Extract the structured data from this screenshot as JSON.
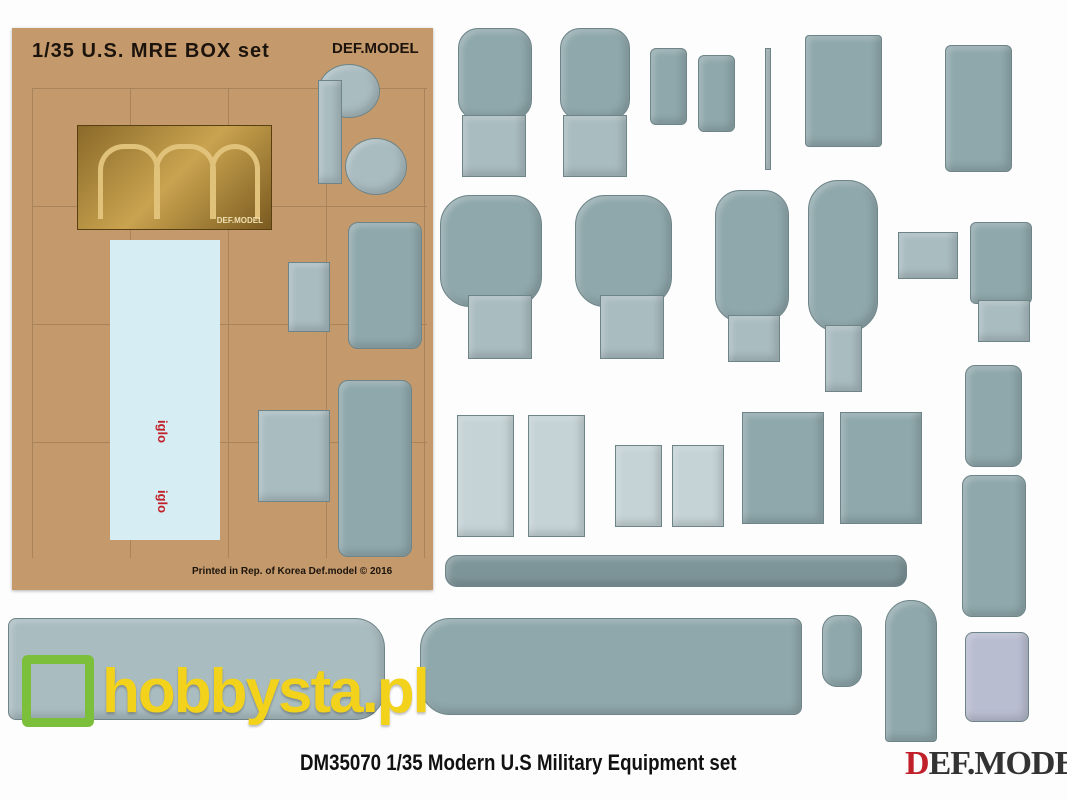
{
  "card": {
    "title": "1/35 U.S. MRE BOX set",
    "brand": "DEF.MODEL",
    "fret_label": "DEF.MODEL",
    "decal_texts": [
      "iglo",
      "iglo"
    ],
    "footer": "Printed in Rep. of Korea Def.model © 2016"
  },
  "watermark": {
    "text": "hobbysta.pl",
    "color_logo": "#7bbf3a",
    "color_text": "#f2d21a"
  },
  "caption": "DM35070 1/35 Modern U.S Military Equipment set",
  "logo": {
    "first": "D",
    "rest": "EF.MODEL"
  },
  "colors": {
    "resin": "#8fa8ac",
    "cardboard": "#c49a6c",
    "brass": "#c9a34f"
  }
}
